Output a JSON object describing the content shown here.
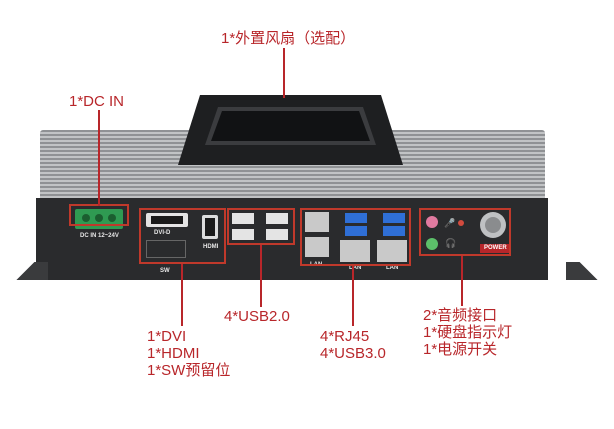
{
  "callouts": {
    "fan": "1*外置风扇（选配）",
    "dc_in": "1*DC IN",
    "usb2": "4*USB2.0",
    "dvi_group": [
      "1*DVI",
      "1*HDMI",
      "1*SW预留位"
    ],
    "rj45_group": [
      "4*RJ45",
      "4*USB3.0"
    ],
    "audio_group": [
      "2*音频接口",
      "1*硬盘指示灯",
      "1*电源开关"
    ]
  },
  "port_labels": {
    "dc_in": "DC IN 12~24V",
    "dvi": "DVI-D",
    "hdmi": "HDMI",
    "sw": "SW",
    "lan1": "LAN",
    "lan2": "LAN",
    "lan3": "LAN",
    "power": "POWER"
  },
  "colors": {
    "callout": "#b8262a",
    "chassis": "#2a2b2d",
    "heatsink": "#a8aaad",
    "usb3_blue": "#2f6fd6",
    "terminal_green": "#2f9a52",
    "audio_pink": "#e07aa0",
    "audio_green": "#5cc06a"
  }
}
